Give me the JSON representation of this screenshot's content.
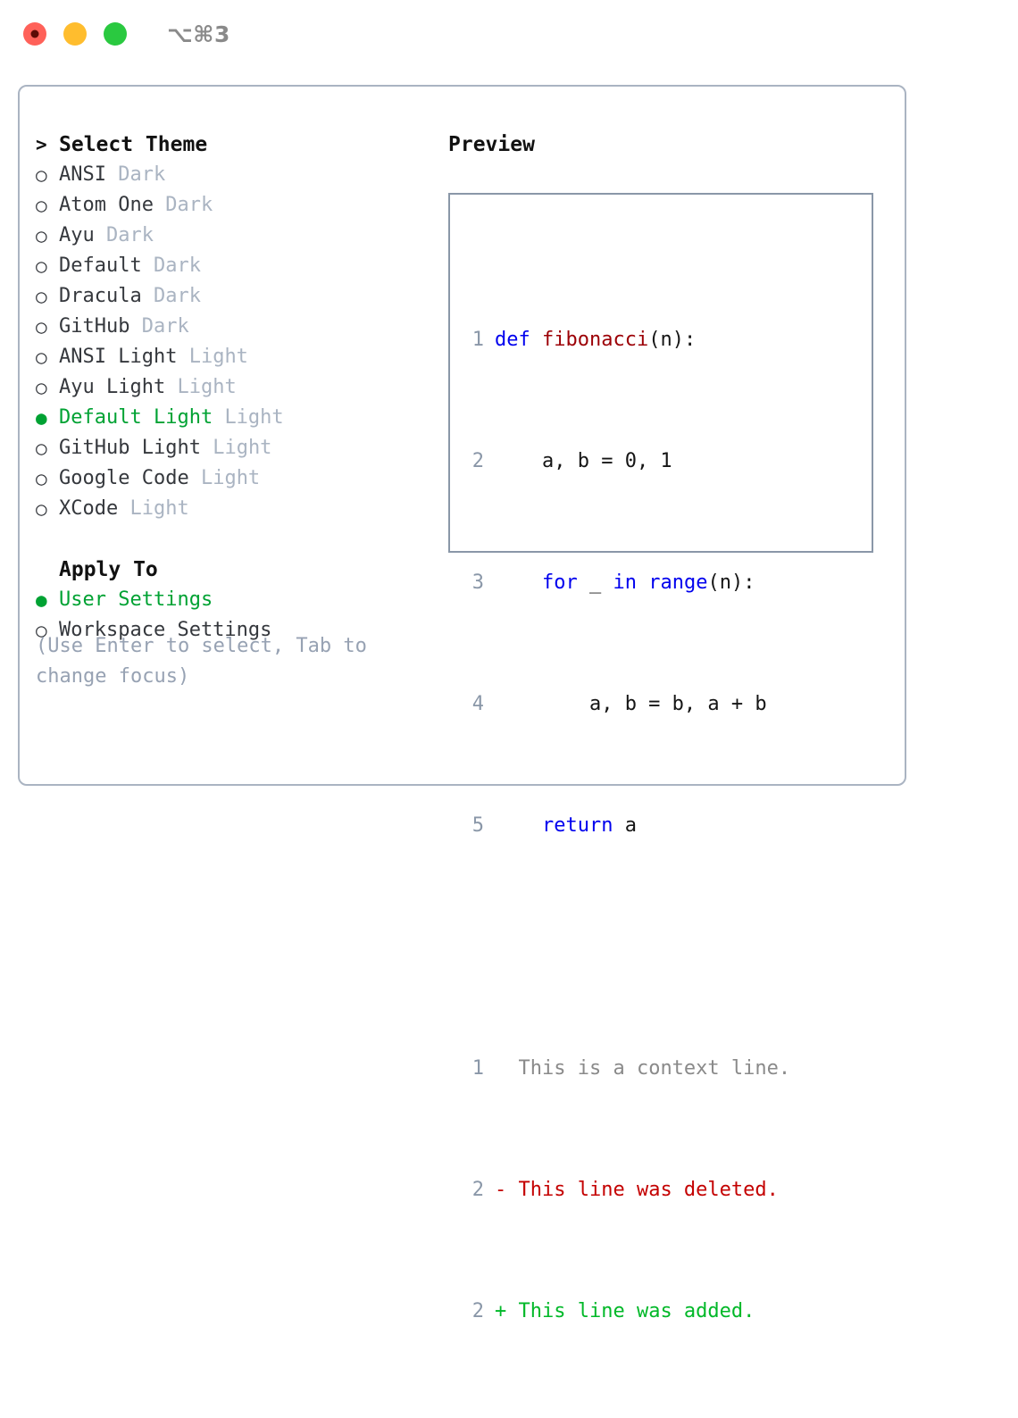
{
  "window": {
    "title": "⌥⌘3",
    "traffic_lights": [
      "close-red",
      "minimize-yellow",
      "maximize-green"
    ]
  },
  "colors": {
    "accent_green": "#00a233",
    "muted": "#aab4c2",
    "hint": "#97a2b3",
    "border": "#aab4c2",
    "preview_border": "#8a97a8",
    "keyword_blue": "#0000ee",
    "function_red": "#9c0006",
    "diff_add": "#00b828",
    "diff_del": "#c40000",
    "diff_context": "#8a8a8a"
  },
  "theme_picker": {
    "header_prefix": ">",
    "header": "Select Theme",
    "bullet_selected": "●",
    "bullet_unselected": "○",
    "items": [
      {
        "name": "ANSI",
        "tag": "Dark",
        "selected": false
      },
      {
        "name": "Atom One",
        "tag": "Dark",
        "selected": false
      },
      {
        "name": "Ayu",
        "tag": "Dark",
        "selected": false
      },
      {
        "name": "Default",
        "tag": "Dark",
        "selected": false
      },
      {
        "name": "Dracula",
        "tag": "Dark",
        "selected": false
      },
      {
        "name": "GitHub",
        "tag": "Dark",
        "selected": false
      },
      {
        "name": "ANSI Light",
        "tag": "Light",
        "selected": false
      },
      {
        "name": "Ayu Light",
        "tag": "Light",
        "selected": false
      },
      {
        "name": "Default Light",
        "tag": "Light",
        "selected": true
      },
      {
        "name": "GitHub Light",
        "tag": "Light",
        "selected": false
      },
      {
        "name": "Google Code",
        "tag": "Light",
        "selected": false
      },
      {
        "name": "XCode",
        "tag": "Light",
        "selected": false
      }
    ]
  },
  "apply_to": {
    "header": "Apply To",
    "options": [
      {
        "label": "User Settings",
        "selected": true
      },
      {
        "label": "Workspace Settings",
        "selected": false
      }
    ]
  },
  "hint": "(Use Enter to select, Tab to change focus)",
  "preview": {
    "label": "Preview",
    "code_lines": [
      {
        "lineno": "1",
        "tokens": [
          {
            "text": "def ",
            "type": "kw"
          },
          {
            "text": "fibonacci",
            "type": "fn"
          },
          {
            "text": "(n):",
            "type": "plain"
          }
        ]
      },
      {
        "lineno": "2",
        "tokens": [
          {
            "text": "    a, b = 0, 1",
            "type": "plain"
          }
        ]
      },
      {
        "lineno": "3",
        "tokens": [
          {
            "text": "    ",
            "type": "plain"
          },
          {
            "text": "for",
            "type": "kw"
          },
          {
            "text": " _ ",
            "type": "plain"
          },
          {
            "text": "in",
            "type": "kw"
          },
          {
            "text": " ",
            "type": "plain"
          },
          {
            "text": "range",
            "type": "kw"
          },
          {
            "text": "(n):",
            "type": "plain"
          }
        ]
      },
      {
        "lineno": "4",
        "tokens": [
          {
            "text": "        a, b = b, a + b",
            "type": "plain"
          }
        ]
      },
      {
        "lineno": "5",
        "tokens": [
          {
            "text": "    ",
            "type": "plain"
          },
          {
            "text": "return",
            "type": "kw"
          },
          {
            "text": " a",
            "type": "plain"
          }
        ]
      }
    ],
    "diff_lines": [
      {
        "lineno": "1",
        "marker": " ",
        "text": "This is a context line.",
        "type": "ctx"
      },
      {
        "lineno": "2",
        "marker": "-",
        "text": "This line was deleted.",
        "type": "del"
      },
      {
        "lineno": "2",
        "marker": "+",
        "text": "This line was added.",
        "type": "add"
      }
    ]
  }
}
